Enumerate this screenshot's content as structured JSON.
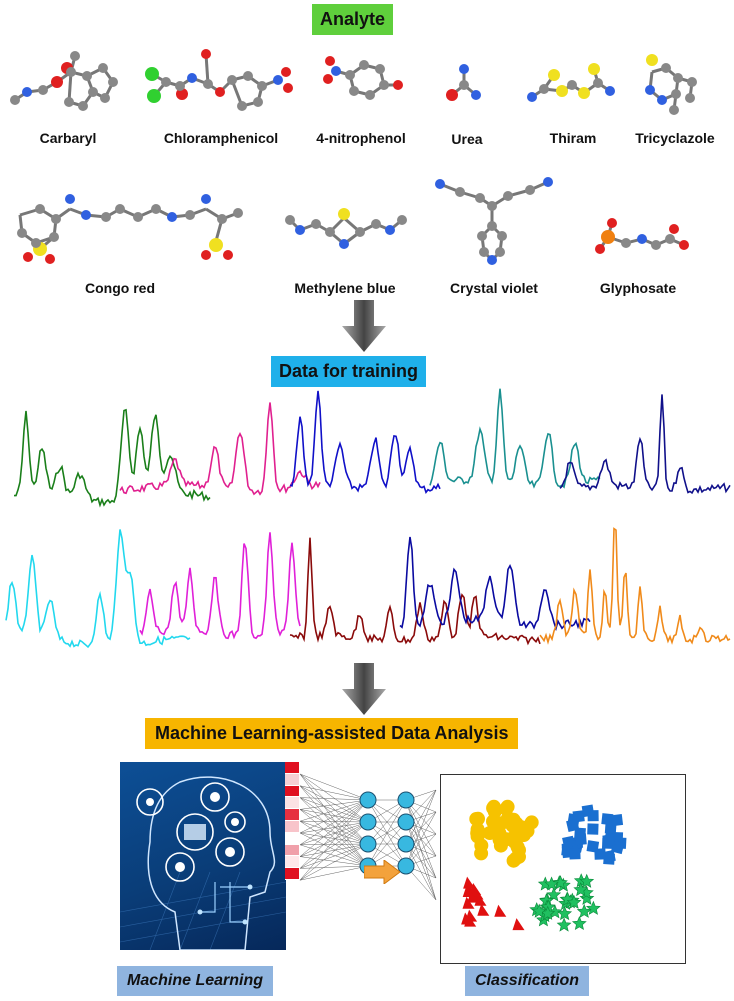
{
  "headers": {
    "analyte": "Analyte",
    "training": "Data for training",
    "ml": "Machine Learning-assisted Data Analysis"
  },
  "molecules": [
    {
      "name": "Carbaryl"
    },
    {
      "name": "Chloramphenicol"
    },
    {
      "name": "4-nitrophenol"
    },
    {
      "name": "Urea"
    },
    {
      "name": "Thiram"
    },
    {
      "name": "Tricyclazole"
    },
    {
      "name": "Congo red"
    },
    {
      "name": "Methylene blue"
    },
    {
      "name": "Crystal violet"
    },
    {
      "name": "Glyphosate"
    }
  ],
  "captions": {
    "machine_learning": "Machine Learning",
    "classification": "Classification"
  },
  "colors": {
    "analyte_header": "#5fcf3c",
    "training_header": "#1fb0ea",
    "ml_header": "#f7b500",
    "caption_bg": "#8fb4df",
    "spectra_row1": [
      "#1a7f1a",
      "#e0208f",
      "#1010c8",
      "#1a9090",
      "#10108a"
    ],
    "spectra_row2": [
      "#22d8ee",
      "#e020d8",
      "#8a0a0a",
      "#0a0aa0",
      "#f08a1a"
    ],
    "cluster_yellow": "#f6c200",
    "cluster_blue": "#1a6fd0",
    "cluster_red": "#e01010",
    "cluster_green": "#20c060",
    "neuron": "#38b8e0"
  }
}
